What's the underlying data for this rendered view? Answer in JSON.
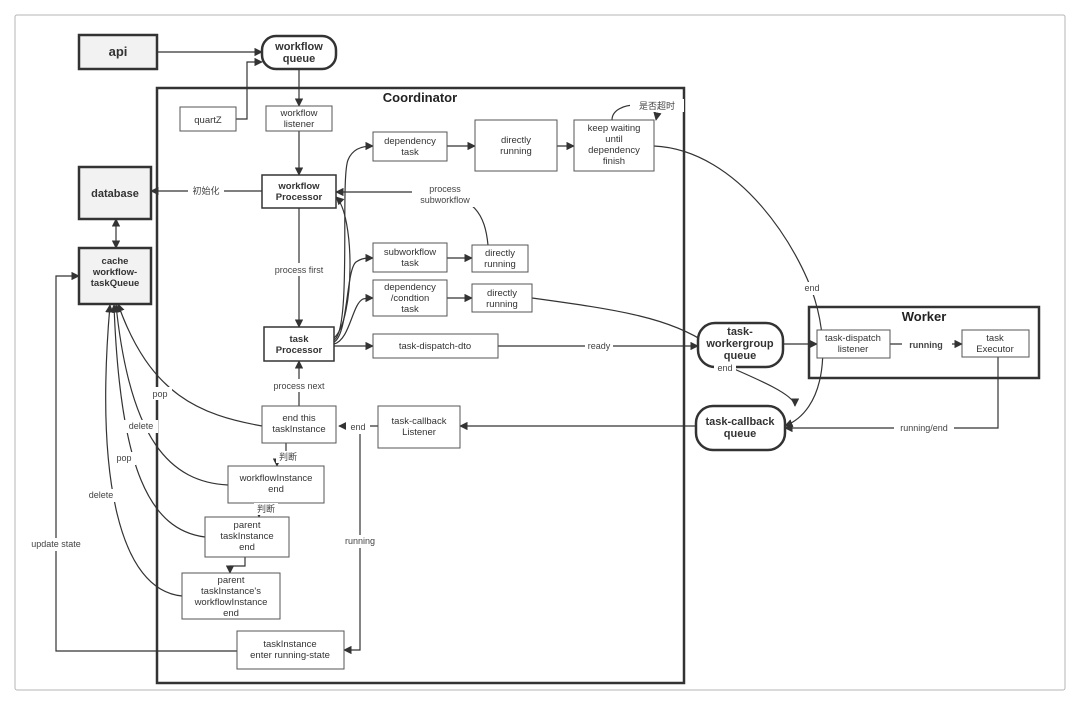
{
  "diagram": {
    "nodes": {
      "api": "api",
      "workflow_queue": [
        "workflow",
        "queue"
      ],
      "quartz": "quartZ",
      "workflow_listener": [
        "workflow",
        "listener"
      ],
      "database": "database",
      "cache": [
        "cache",
        "workflow-",
        "taskQueue"
      ],
      "workflow_processor": [
        "workflow",
        "Processor"
      ],
      "dependency_task": [
        "dependency",
        "task"
      ],
      "directly_running_1": [
        "directly",
        "running"
      ],
      "keep_waiting": [
        "keep waiting",
        "until",
        "dependency",
        "finish"
      ],
      "subworkflow_task": [
        "subworkflow",
        "task"
      ],
      "directly_running_2": [
        "directly",
        "running"
      ],
      "condition_task": [
        "dependency",
        "/condtion",
        "task"
      ],
      "directly_running_3": [
        "directly",
        "running"
      ],
      "task_processor": [
        "task",
        "Processor"
      ],
      "task_dispatch_dto": "task-dispatch-dto",
      "end_this_task": [
        "end this",
        "taskInstance"
      ],
      "task_callback_listener": [
        "task-callback",
        "Listener"
      ],
      "workflow_instance_end": [
        "workflowInstance",
        "end"
      ],
      "parent_task_end": [
        "parent",
        "taskInstance",
        "end"
      ],
      "parent_workflow_end": [
        "parent",
        "taskInstance's",
        "workflowInstance",
        "end"
      ],
      "task_running_state": [
        "taskInstance",
        "enter running-state"
      ],
      "workergroup_queue": [
        "task-",
        "workergroup",
        "queue"
      ],
      "callback_queue": [
        "task-callback",
        "queue"
      ],
      "dispatch_listener": [
        "task-dispatch",
        "listener"
      ],
      "task_executor": [
        "task",
        "Executor"
      ]
    },
    "containers": {
      "coordinator": "Coordinator",
      "worker": "Worker"
    },
    "edge_labels": {
      "init": "初始化",
      "process_first": "process first",
      "process_next": "process next",
      "process_subworkflow": [
        "process",
        "subworkflow"
      ],
      "timeout": "是否超时",
      "ready": "ready",
      "end_a": "end",
      "end_b": "end",
      "end_c": "end",
      "running_bold": "running",
      "running_end": "running/end",
      "running": "running",
      "judge_1": "判断",
      "judge_2": "判断",
      "pop_1": "pop",
      "pop_2": "pop",
      "delete_1": "delete",
      "delete_2": "delete",
      "update_state": "update state"
    }
  }
}
